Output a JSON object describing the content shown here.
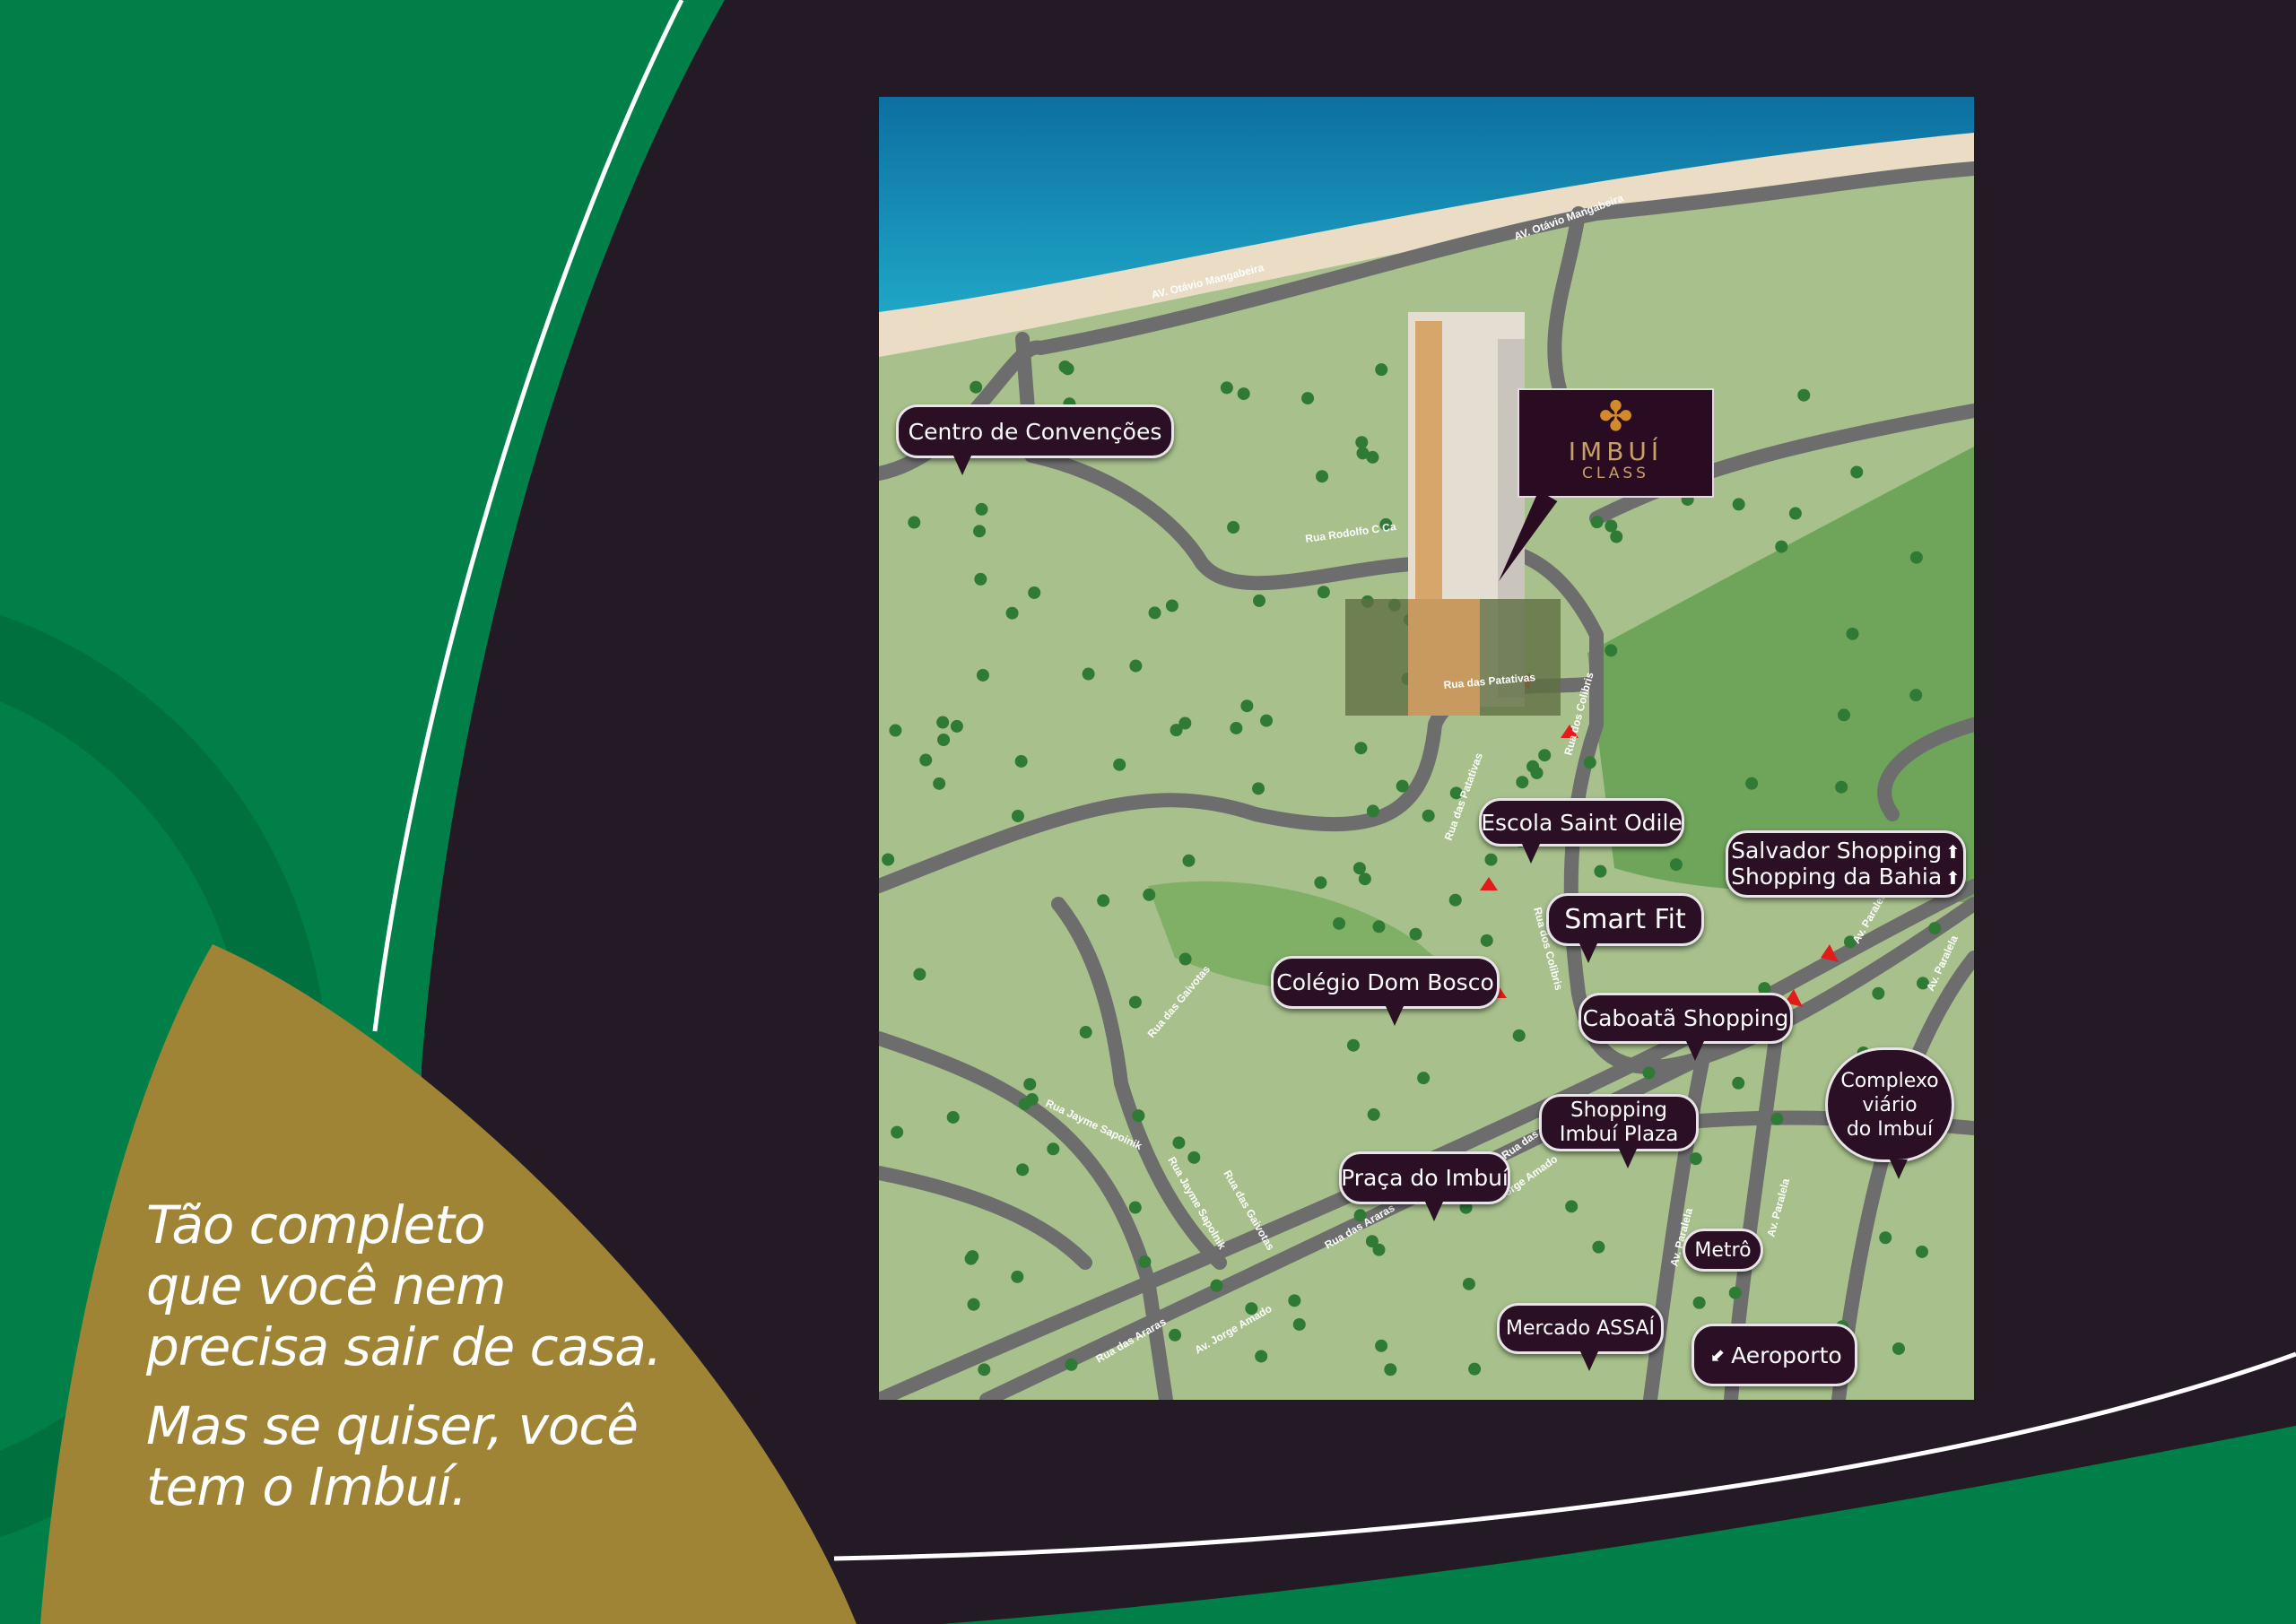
{
  "tagline": {
    "line1": "Tão completo",
    "line2": "que você nem",
    "line3": "precisa sair de casa.",
    "line4": "Mas se quiser, você",
    "line5": "tem o Imbuí."
  },
  "logo": {
    "name": "IMBUÍ",
    "sub": "CLASS",
    "icon": "flower-icon"
  },
  "callouts": {
    "centro": "Centro de Convenções",
    "escola": "Escola Saint Odile",
    "salvador": "Salvador Shopping",
    "bahia": "Shopping da Bahia",
    "smartfit": "Smart Fit",
    "colegio": "Colégio Dom Bosco",
    "caboata": "Caboatã Shopping",
    "complexo1": "Complexo",
    "complexo2": "viário",
    "complexo3": "do Imbuí",
    "imbui_plaza1": "Shopping",
    "imbui_plaza2": "Imbuí Plaza",
    "praca": "Praça do Imbuí",
    "metro": "Metrô",
    "mercado": "Mercado ASSAÍ",
    "aeroporto": "Aeroporto"
  },
  "streets": {
    "otavio1": "AV. Otávio Mangabeira",
    "otavio2": "AV. Otávio Mangabeira",
    "rodolfo": "Rua Rodolfo C Ca",
    "patativas1": "Rua das Patativas",
    "patativas2": "Rua das Patativas",
    "colibris1": "Rua dos Colibris",
    "colibris2": "Rua dos Colibris",
    "gaivotas1": "Rua das Gaivotas",
    "gaivotas2": "Rua das Gaivotas",
    "jayme1": "Rua Jayme Sapoinik",
    "jayme2": "Rua Jayme Sapolnik",
    "araras1": "Rua das Araras",
    "araras2": "Rua das Araras",
    "ruadas": "Rua das",
    "jorge1": "Av. Jorge Amado",
    "jorge2": "Jorge Amado",
    "paralela1": "Av. Paralela",
    "paralela2": "Av. Paralela",
    "paralela3": "Av. Paralela",
    "paralela4": "Av. Paralela"
  },
  "colors": {
    "green": "#007f48",
    "gold": "#9f8436",
    "dark": "#241a25",
    "callout": "#2b0f25"
  }
}
